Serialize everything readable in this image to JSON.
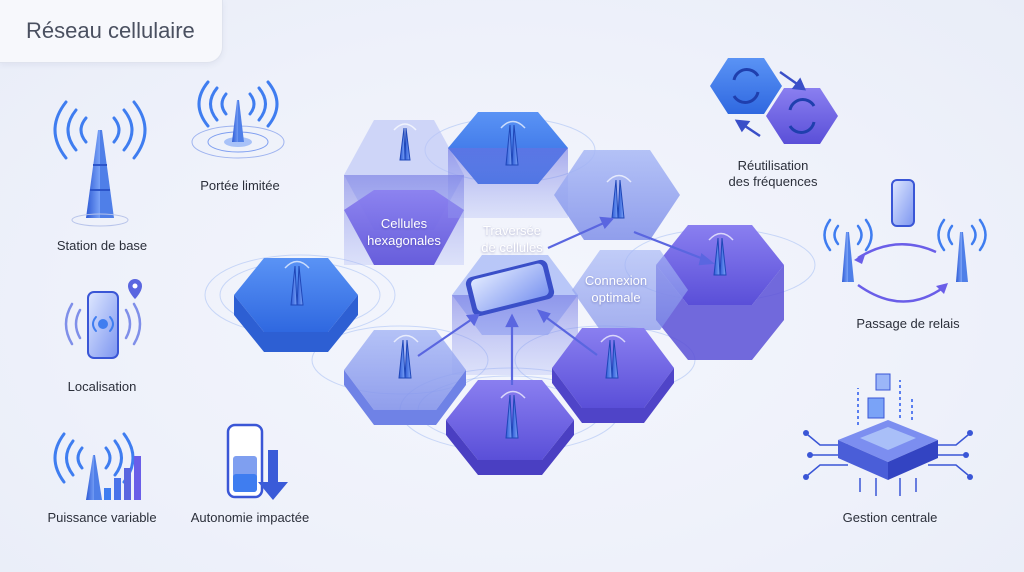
{
  "title": "Réseau cellulaire",
  "colors": {
    "blue": "#3f7df0",
    "violet": "#6a5ee8",
    "dark": "#2b2f3a",
    "bg": "#eef1fa"
  },
  "features": {
    "station_de_base": {
      "label": "Station de base",
      "icon": "cell-tower-icon"
    },
    "portee_limitee": {
      "label": "Portée limitée",
      "icon": "antenna-range-icon"
    },
    "localisation": {
      "label": "Localisation",
      "icon": "phone-location-icon"
    },
    "puissance_variable": {
      "label": "Puissance variable",
      "icon": "signal-strength-icon"
    },
    "autonomie_impactee": {
      "label": "Autonomie impactée",
      "icon": "battery-drain-icon"
    },
    "reutilisation": {
      "label_line1": "Réutilisation",
      "label_line2": "des fréquences",
      "icon": "frequency-reuse-icon"
    },
    "passage_relais": {
      "label": "Passage de relais",
      "icon": "handover-icon"
    },
    "gestion_centrale": {
      "label": "Gestion centrale",
      "icon": "central-chip-icon"
    }
  },
  "cells": {
    "hexagonales": {
      "line1": "Cellules",
      "line2": "hexagonales"
    },
    "traversee": {
      "line1": "Traversée",
      "line2": "de cellules"
    },
    "connexion": {
      "line1": "Connexion",
      "line2": "optimale"
    }
  }
}
